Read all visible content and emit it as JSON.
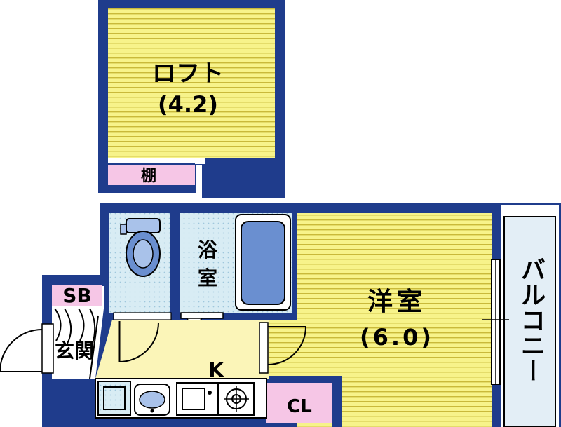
{
  "colors": {
    "wall": "#1f3c8c",
    "floor_yellow": "#f7f38a",
    "floor_stripe": "#c9b93a",
    "wet_tile": "#d8ecf4",
    "tile_dot": "#9fc7dc",
    "storage_pink": "#f6c6e6",
    "kitchen_floor": "#fbf5b8",
    "fixture_blue": "#6a8fd0",
    "fixture_light": "#a9c2ea",
    "balcony_fill": "#e3eef6"
  },
  "rooms": {
    "loft": {
      "name": "ロフト",
      "size": "(4.2)"
    },
    "shelf": {
      "name": "棚"
    },
    "bath": {
      "name_line1": "浴",
      "name_line2": "室"
    },
    "western_room": {
      "name": "洋室",
      "size": "(6.0)"
    },
    "balcony": {
      "name": "バルコニー"
    },
    "kitchen": {
      "name": "K"
    },
    "closet": {
      "name": "CL"
    },
    "shoe_box": {
      "name": "SB"
    },
    "entrance": {
      "name": "玄関"
    }
  },
  "icons": [
    "toilet-icon",
    "bathtub-icon",
    "washbasin-icon",
    "sink-icon",
    "stove-icon",
    "refrigerator-space-icon"
  ]
}
